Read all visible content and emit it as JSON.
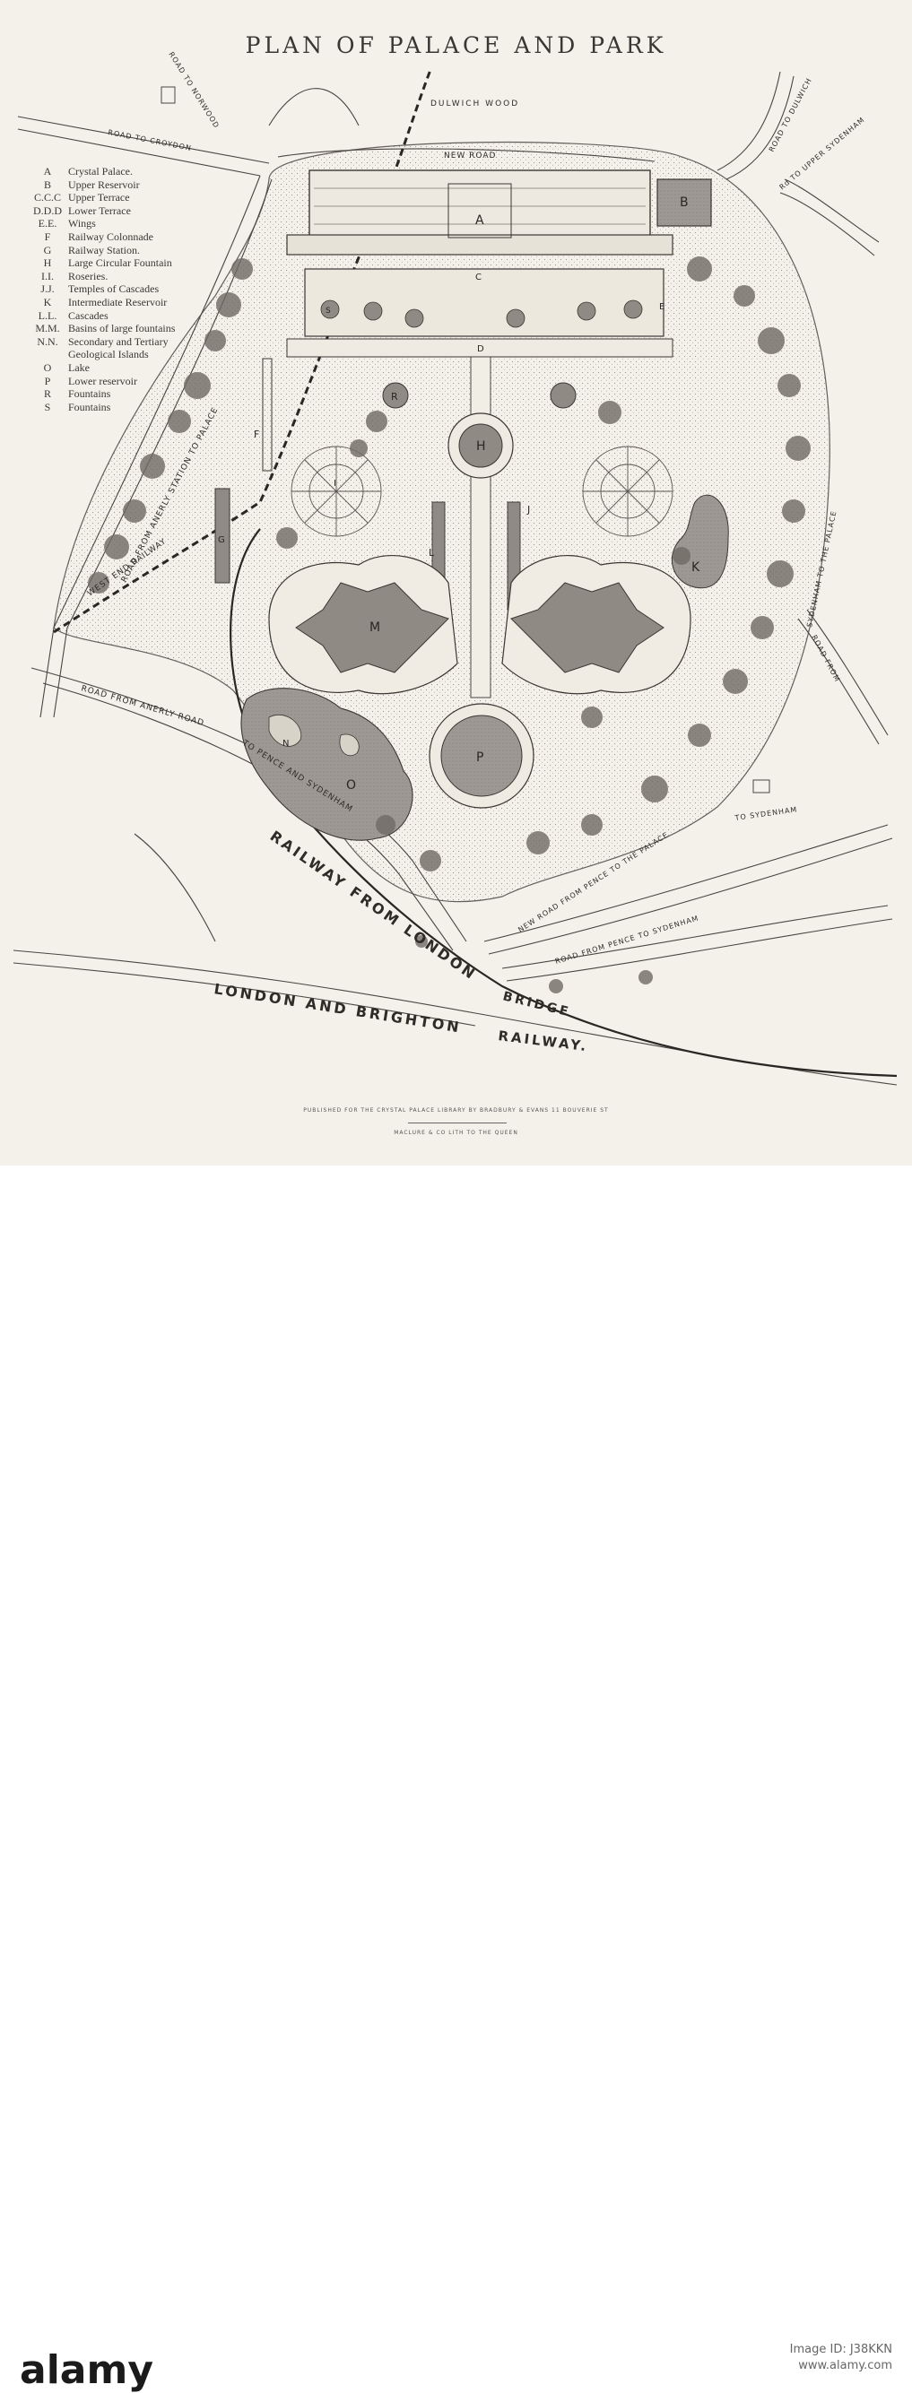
{
  "title": "PLAN OF PALACE AND PARK",
  "legend": [
    {
      "key": "A",
      "label": "Crystal Palace."
    },
    {
      "key": "B",
      "label": "Upper Reservoir"
    },
    {
      "key": "C.C.C",
      "label": "Upper Terrace"
    },
    {
      "key": "D.D.D",
      "label": "Lower Terrace"
    },
    {
      "key": "E.E.",
      "label": "Wings"
    },
    {
      "key": "F",
      "label": "Railway Colonnade"
    },
    {
      "key": "G",
      "label": "Railway Station."
    },
    {
      "key": "H",
      "label": "Large Circular Fountain"
    },
    {
      "key": "I.I.",
      "label": "Roseries."
    },
    {
      "key": "J.J.",
      "label": "Temples of Cascades"
    },
    {
      "key": "K",
      "label": "Intermediate Reservoir"
    },
    {
      "key": "L.L.",
      "label": "Cascades"
    },
    {
      "key": "M.M.",
      "label": "Basins of large fountains"
    },
    {
      "key": "N.N.",
      "label": "Secondary and Tertiary"
    },
    {
      "key": "",
      "label": "Geological Islands"
    },
    {
      "key": "O",
      "label": "Lake"
    },
    {
      "key": "P",
      "label": "Lower reservoir"
    },
    {
      "key": "R",
      "label": "Fountains"
    },
    {
      "key": "S",
      "label": "Fountains"
    }
  ],
  "roads": {
    "norwood": "ROAD TO NORWOOD",
    "croydon": "ROAD TO CROYDON",
    "dulwich_wood": "DULWICH WOOD",
    "new_road": "NEW ROAD",
    "dulwich": "ROAD TO DULWICH",
    "upper_sydenham": "Rd TO UPPER SYDENHAM",
    "anerly_station": "ROAD FROM ANERLY STATION TO PALACE",
    "west_end_railway": "WEST END RAILWAY",
    "anerly_road": "ROAD FROM ANERLY ROAD",
    "pence_sydenham": "TO PENCE AND SYDENHAM",
    "sydenham_palace": "SYDENHAM TO THE PALACE",
    "road_from": "ROAD FROM",
    "to_sydenham": "TO SYDENHAM",
    "new_road_pence": "NEW ROAD FROM PENCE TO THE PALACE",
    "road_pence_sydenham": "ROAD FROM PENCE TO SYDENHAM",
    "railway_london": "RAILWAY FROM LONDON",
    "bridge": "BRIDGE",
    "london_brighton": "LONDON AND BRIGHTON",
    "railway": "RAILWAY."
  },
  "labels": {
    "A": "A",
    "B": "B",
    "C": "C",
    "D": "D",
    "E": "E",
    "F": "F",
    "G": "G",
    "H": "H",
    "I": "I",
    "J": "J",
    "K": "K",
    "L": "L",
    "M": "M",
    "N": "N",
    "O": "O",
    "P": "P",
    "R": "R",
    "S": "S"
  },
  "imprint": {
    "line1": "PUBLISHED FOR THE CRYSTAL PALACE LIBRARY BY BRADBURY & EVANS 11 BOUVERIE ST",
    "line2": "MACLURE & CO LITH TO THE QUEEN"
  },
  "watermark": {
    "brand": "alamy",
    "image_id_label": "Image ID: J38KKN",
    "site": "www.alamy.com"
  },
  "colors": {
    "paper": "#f4f1ea",
    "ink": "#3a3633",
    "water": "#9a9590",
    "trees": "#6f6a64"
  }
}
